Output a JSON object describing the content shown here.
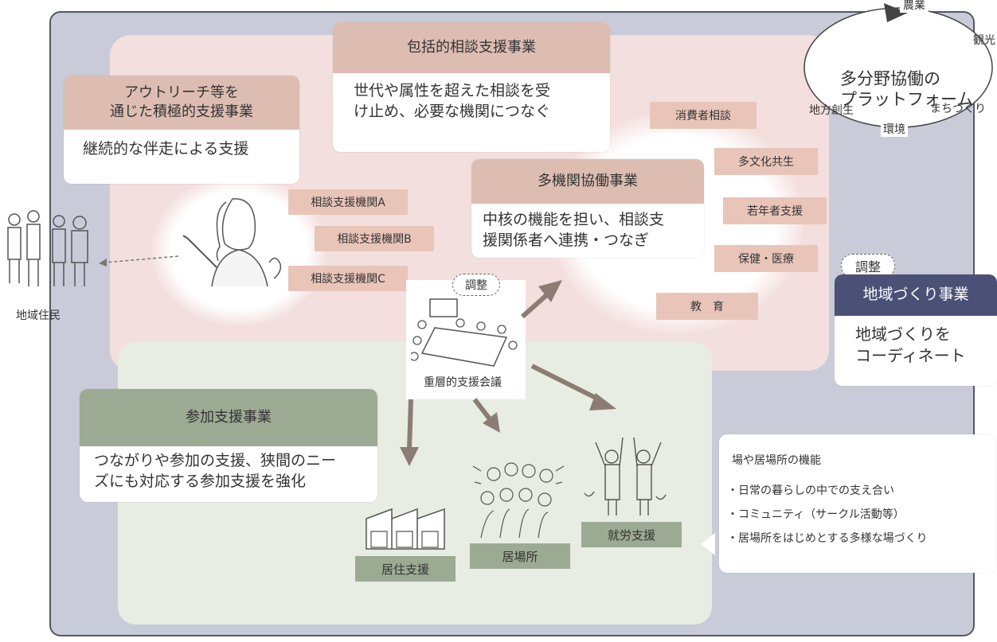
{
  "platform": {
    "title_line1": "多分野協働の",
    "title_line2": "プラットフォーム",
    "items": [
      "農業",
      "観光",
      "まちづくり",
      "環境",
      "地方創生"
    ]
  },
  "comprehensive": {
    "title": "包括的相談支援事業",
    "body_line1": "世代や属性を超えた相談を受",
    "body_line2": "け止め、必要な機関につなぐ"
  },
  "outreach": {
    "title_line1": "アウトリーチ等を",
    "title_line2": "通じた積極的支援事業",
    "body": "継続的な伴走による支援"
  },
  "agencies": [
    "相談支援機関A",
    "相談支援機関B",
    "相談支援機関C"
  ],
  "multi_agency": {
    "title": "多機関協働事業",
    "body_line1": "中核の機能を担い、相談支",
    "body_line2": "援関係者へ連携・つなぎ"
  },
  "fields": [
    "消費者相談",
    "多文化共生",
    "若年者支援",
    "保健・医療",
    "教　育"
  ],
  "residents": "地域住民",
  "meeting": {
    "label": "重層的支援会議",
    "badge": "調整"
  },
  "community": {
    "badge": "調整",
    "title": "地域づくり事業",
    "body_line1": "地域づくりを",
    "body_line2": "コーディネート"
  },
  "participation": {
    "title": "参加支援事業",
    "body_line1": "つながりや参加の支援、狭間のニー",
    "body_line2": "ズにも対応する参加支援を強化"
  },
  "supports": [
    "居住支援",
    "居場所",
    "就労支援"
  ],
  "place_functions": {
    "title": "場や居場所の機能",
    "items": [
      "・日常の暮らしの中での支え合い",
      "・コミュニティ（サークル活動等）",
      "・居場所をはじめとする多様な場づくり"
    ]
  }
}
